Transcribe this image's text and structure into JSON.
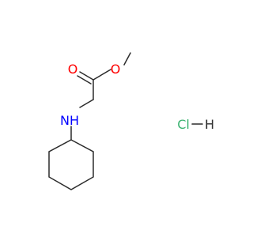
{
  "molecule": {
    "atoms": {
      "carbonyl_oxygen": "O",
      "ester_oxygen": "O",
      "amine": "NH",
      "chlorine": "Cl",
      "hydrogen": "H"
    },
    "colors": {
      "bond": "#2b2b2b",
      "oxygen": "#ff0000",
      "nitrogen": "#0000ff",
      "chlorine": "#3cb371",
      "hydrogen": "#2b2b2b"
    }
  }
}
